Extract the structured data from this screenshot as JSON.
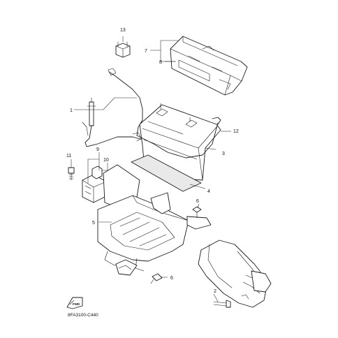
{
  "diagram_code": "8FA3100-C440",
  "fwd_label": "FWD",
  "callouts": [
    {
      "id": "c1",
      "label": "1"
    },
    {
      "id": "c2",
      "label": "2"
    },
    {
      "id": "c3",
      "label": "3"
    },
    {
      "id": "c4",
      "label": "4"
    },
    {
      "id": "c5",
      "label": "5"
    },
    {
      "id": "c6a",
      "label": "6"
    },
    {
      "id": "c6b",
      "label": "6"
    },
    {
      "id": "c7",
      "label": "7"
    },
    {
      "id": "c8",
      "label": "8"
    },
    {
      "id": "c9",
      "label": "9"
    },
    {
      "id": "c10",
      "label": "10"
    },
    {
      "id": "c11",
      "label": "11"
    },
    {
      "id": "c12",
      "label": "12"
    },
    {
      "id": "c13",
      "label": "13"
    }
  ]
}
